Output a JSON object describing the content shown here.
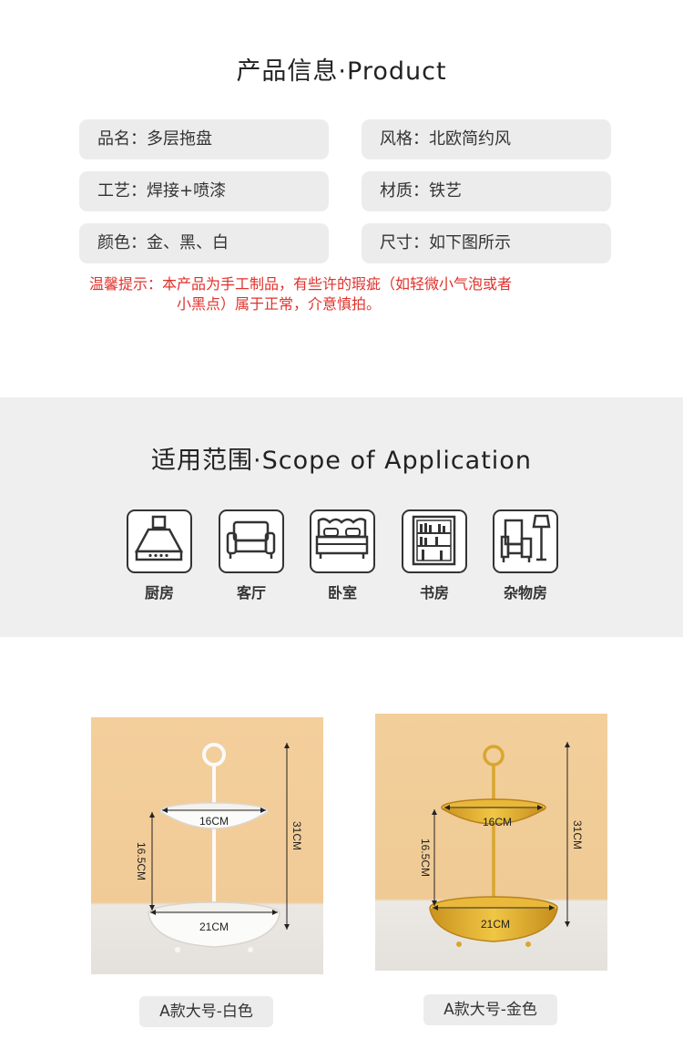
{
  "product_section": {
    "title": "产品信息·Product",
    "info": [
      {
        "text": "品名：多层拖盘"
      },
      {
        "text": "风格：北欧简约风"
      },
      {
        "text": "工艺：焊接+喷漆"
      },
      {
        "text": "材质：铁艺"
      },
      {
        "text": "颜色：金、黑、白"
      },
      {
        "text": "尺寸：如下图所示"
      }
    ],
    "tip_line1": "温馨提示：本产品为手工制品，有些许的瑕疵（如轻微小气泡或者",
    "tip_line2": "小黑点）属于正常，介意慎拍。",
    "tip_color": "#e0312b"
  },
  "scope_section": {
    "title": "适用范围·Scope of Application",
    "items": [
      {
        "label": "厨房",
        "icon": "range-hood-icon"
      },
      {
        "label": "客厅",
        "icon": "sofa-icon"
      },
      {
        "label": "卧室",
        "icon": "bed-icon"
      },
      {
        "label": "书房",
        "icon": "bookshelf-icon"
      },
      {
        "label": "杂物房",
        "icon": "armchair-lamp-icon"
      }
    ]
  },
  "products": [
    {
      "caption": "A款大号-白色",
      "color": "#ffffff",
      "dims": {
        "top_tray": "16CM",
        "bottom_tray": "21CM",
        "tier_gap": "16.5CM",
        "height": "31CM"
      }
    },
    {
      "caption": "A款大号-金色",
      "color": "#e2b437",
      "dims": {
        "top_tray": "16CM",
        "bottom_tray": "21CM",
        "tier_gap": "16.5CM",
        "height": "31CM"
      }
    }
  ]
}
